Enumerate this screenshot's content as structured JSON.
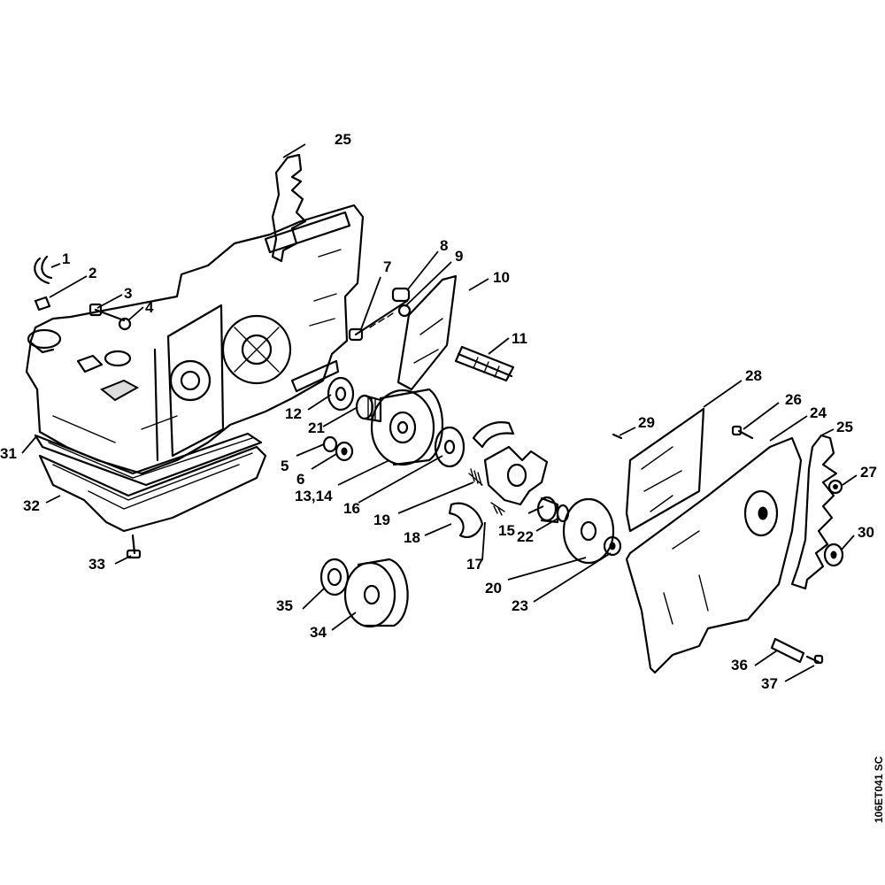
{
  "drawing_ref": "106ET041 SC",
  "callouts": [
    {
      "id": "1",
      "label": "1"
    },
    {
      "id": "2",
      "label": "2"
    },
    {
      "id": "3",
      "label": "3"
    },
    {
      "id": "4",
      "label": "4"
    },
    {
      "id": "5",
      "label": "5"
    },
    {
      "id": "6",
      "label": "6"
    },
    {
      "id": "7",
      "label": "7"
    },
    {
      "id": "8",
      "label": "8"
    },
    {
      "id": "9",
      "label": "9"
    },
    {
      "id": "10",
      "label": "10"
    },
    {
      "id": "11",
      "label": "11"
    },
    {
      "id": "12",
      "label": "12"
    },
    {
      "id": "13-14",
      "label": "13,14"
    },
    {
      "id": "15",
      "label": "15"
    },
    {
      "id": "16",
      "label": "16"
    },
    {
      "id": "17",
      "label": "17"
    },
    {
      "id": "18",
      "label": "18"
    },
    {
      "id": "19",
      "label": "19"
    },
    {
      "id": "20",
      "label": "20"
    },
    {
      "id": "21",
      "label": "21"
    },
    {
      "id": "22",
      "label": "22"
    },
    {
      "id": "23",
      "label": "23"
    },
    {
      "id": "24",
      "label": "24"
    },
    {
      "id": "25-top",
      "label": "25"
    },
    {
      "id": "25-right",
      "label": "25"
    },
    {
      "id": "26",
      "label": "26"
    },
    {
      "id": "27",
      "label": "27"
    },
    {
      "id": "28",
      "label": "28"
    },
    {
      "id": "29",
      "label": "29"
    },
    {
      "id": "30",
      "label": "30"
    },
    {
      "id": "31",
      "label": "31"
    },
    {
      "id": "32",
      "label": "32"
    },
    {
      "id": "33",
      "label": "33"
    },
    {
      "id": "34",
      "label": "34"
    },
    {
      "id": "35",
      "label": "35"
    },
    {
      "id": "36",
      "label": "36"
    },
    {
      "id": "37",
      "label": "37"
    }
  ]
}
